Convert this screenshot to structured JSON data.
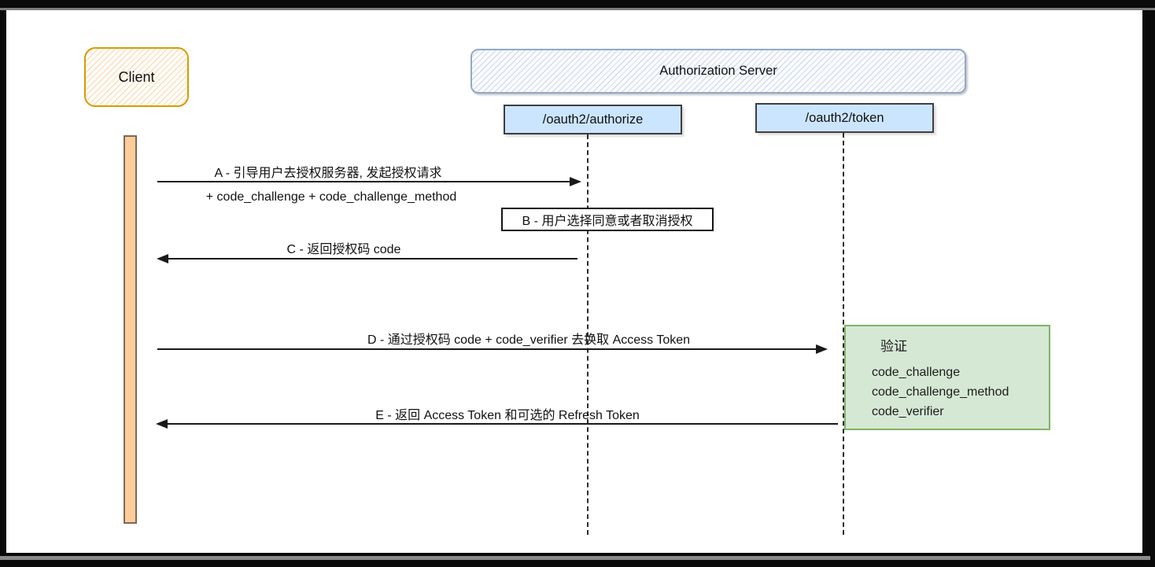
{
  "diagram": {
    "participants": {
      "client": "Client",
      "auth_server": "Authorization Server"
    },
    "endpoints": {
      "authorize": "/oauth2/authorize",
      "token": "/oauth2/token"
    },
    "messages": {
      "a": "A - 引导用户去授权服务器, 发起授权请求",
      "a_params": "+ code_challenge + code_challenge_method",
      "b": "B - 用户选择同意或者取消授权",
      "c": "C - 返回授权码 code",
      "d": "D - 通过授权码 code + code_verifier 去换取 Access Token",
      "e": "E - 返回 Access Token 和可选的 Refresh Token"
    },
    "validation": {
      "title": "验证",
      "items": [
        "code_challenge",
        "code_challenge_method",
        "code_verifier"
      ]
    },
    "colors": {
      "client_border": "#d79b00",
      "client_hatch": "#f0b169",
      "server_border": "#93a9c6",
      "server_hatch": "#a9bfdd",
      "endpoint_fill": "#cce5ff",
      "endpoint_border": "#3e3e3e",
      "activation_fill": "#ffcc99",
      "activation_border": "#7a6a57",
      "validation_fill": "#d5e8d4",
      "validation_border": "#82b366",
      "note_fill": "#ffffff",
      "line": "#1a1a1a",
      "frame": "#0a0a0a"
    }
  }
}
